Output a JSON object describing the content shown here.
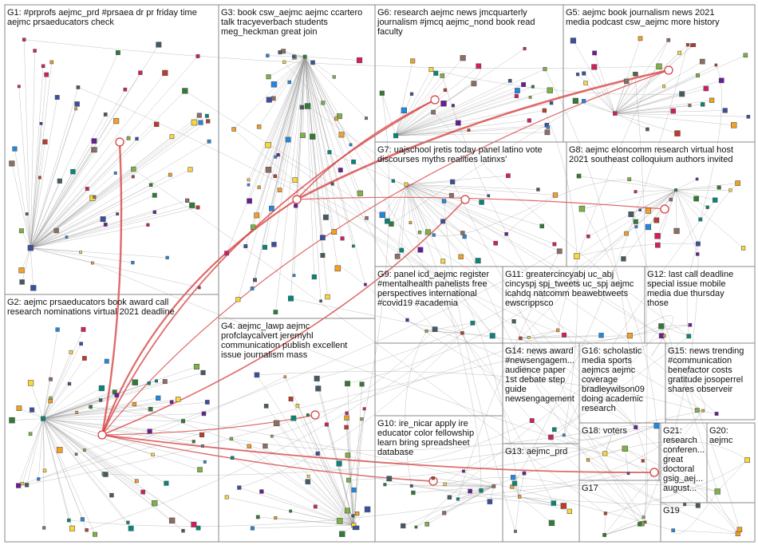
{
  "groups": [
    {
      "id": "G1",
      "lines": [
        "G1: #prprofs aejmc_prd #prsaea dr pr friday time",
        "aejmc prsaeducators check"
      ]
    },
    {
      "id": "G2",
      "lines": [
        "G2: aejmc prsaeducators book award call",
        "research nominations virtual 2021 deadline"
      ]
    },
    {
      "id": "G3",
      "lines": [
        "G3: book csw_aejmc aejmc ccartero",
        "talk tracyeverbach students",
        "meg_heckman great join"
      ]
    },
    {
      "id": "G4",
      "lines": [
        "G4: aejmc_lawp aejmc",
        "profclaycalvert jeremyhl",
        "communication publish excellent",
        "issue journalism mass"
      ]
    },
    {
      "id": "G5",
      "lines": [
        "G5: aejmc book journalism news 2021",
        "media podcast csw_aejmc more history"
      ]
    },
    {
      "id": "G6",
      "lines": [
        "G6: research aejmc news jmcquarterly",
        "journalism #jmcq aejmc_nond book read",
        "faculty"
      ]
    },
    {
      "id": "G7",
      "lines": [
        "G7: uajschool jretis today panel latino vote",
        "discourses myths realities latinxs'"
      ]
    },
    {
      "id": "G8",
      "lines": [
        "G8: aejmc eloncomm research virtual host",
        "2021 southeast colloquium authors invited"
      ]
    },
    {
      "id": "G9",
      "lines": [
        "G9: panel icd_aejmc register",
        "#mentalhealth panelists free",
        "perspectives international",
        "#covid19 #academia"
      ]
    },
    {
      "id": "G10",
      "lines": [
        "G10: ire_nicar apply ire",
        "educator color fellowship",
        "learn bring spreadsheet",
        "database"
      ]
    },
    {
      "id": "G11",
      "lines": [
        "G11: greatercincyabj uc_abj",
        "cincyspj spj_tweets uc_spj aejmc",
        "icahdq natcomm beawebtweets",
        "ewscrippsco"
      ]
    },
    {
      "id": "G12",
      "lines": [
        "G12: last call deadline",
        "special issue mobile",
        "media due thursday",
        "those"
      ]
    },
    {
      "id": "G13",
      "lines": [
        "G13: aejmc_prd"
      ]
    },
    {
      "id": "G14",
      "lines": [
        "G14: news award",
        "#newsengagem...",
        "audience paper",
        "1st debate step",
        "guide",
        "newsengagement"
      ]
    },
    {
      "id": "G15",
      "lines": [
        "G15: news trending",
        "#communication",
        "benefactor costs",
        "gratitude josoperrel",
        "shares observeir"
      ]
    },
    {
      "id": "G16",
      "lines": [
        "G16: scholastic",
        "media sports",
        "aejmcs aejmc",
        "coverage",
        "bradleywilson09",
        "doing academic",
        "research"
      ]
    },
    {
      "id": "G17",
      "lines": [
        "G17"
      ]
    },
    {
      "id": "G18",
      "lines": [
        "G18: voters"
      ]
    },
    {
      "id": "G19",
      "lines": [
        "G19"
      ]
    },
    {
      "id": "G20",
      "lines": [
        "G20:",
        "aejmc"
      ]
    },
    {
      "id": "G21",
      "lines": [
        "G21:",
        "research",
        "conferen...",
        "great",
        "doctoral",
        "gsig_aej...",
        "august..."
      ]
    }
  ],
  "colors": {
    "box_border": "#8a8a8a",
    "edge": "#9a9a9a",
    "highlight_edge": "#d63a3a",
    "background": "#ffffff"
  }
}
